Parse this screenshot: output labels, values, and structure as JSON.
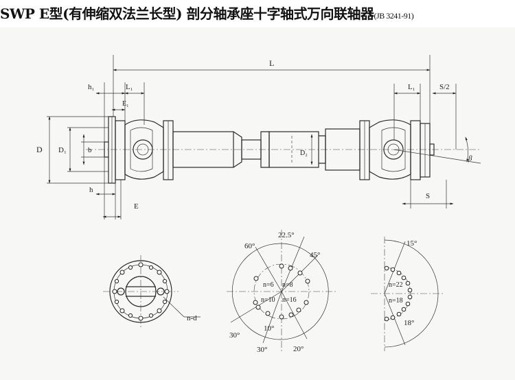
{
  "title": {
    "main": "SWP E型(有伸缩双法兰长型) 剖分轴承座十字轴式万向联轴器",
    "standard": "(JB 3241-91)"
  },
  "dimension_labels": {
    "L": "L",
    "h1": "h₁",
    "L1_left": "L₁",
    "E1": "E₁",
    "D": "D",
    "D1": "D₁",
    "b": "b",
    "h": "h",
    "E": "E",
    "L1_right": "L₁",
    "S_half": "S/2",
    "D2": "D₂",
    "beta": "β",
    "S": "S",
    "nd": "n-d"
  },
  "hole_pattern": {
    "angle_22_5": "22.5°",
    "angle_60": "60°",
    "angle_45": "45°",
    "n6": "n=6",
    "n8": "n=8",
    "n10": "n=10",
    "n16": "n=16",
    "angle_30_left": "30°",
    "angle_10": "10°",
    "angle_30_bottom": "30°",
    "angle_20": "20°"
  },
  "half_pattern": {
    "angle_15": "15°",
    "n22": "n=22",
    "n18": "n=18",
    "angle_18": "18°"
  }
}
